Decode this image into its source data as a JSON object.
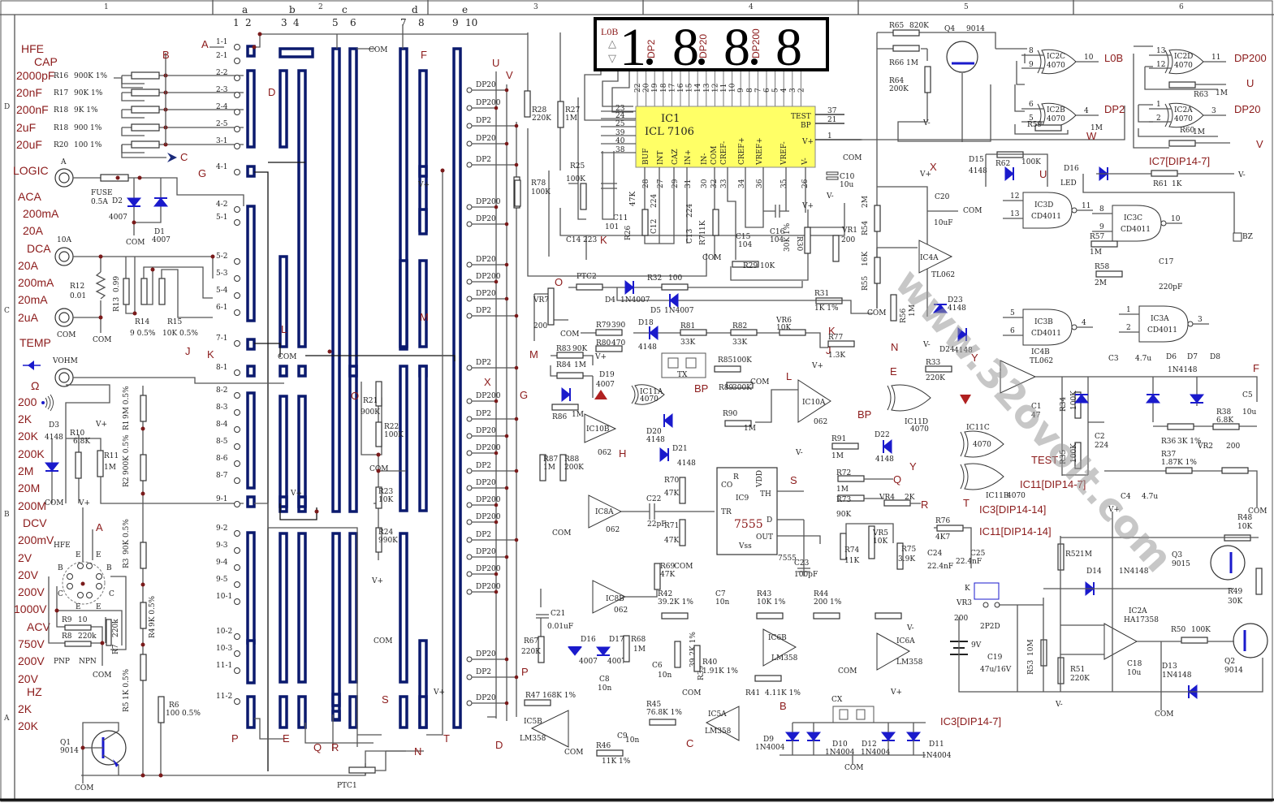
{
  "frame": {
    "col_labels": [
      "1",
      "2",
      "3",
      "4",
      "5",
      "6"
    ],
    "row_labels": [
      "D",
      "C",
      "B",
      "A"
    ],
    "switch_group_labels": [
      "a",
      "b",
      "c",
      "d",
      "e"
    ],
    "switch_pole_numbers": [
      "1",
      "2",
      "3",
      "4",
      "5",
      "6",
      "7",
      "8",
      "9",
      "10"
    ]
  },
  "display": {
    "digits": [
      "1",
      "8",
      "8",
      "8"
    ],
    "lob_label": "L0B",
    "dp_labels": [
      "DP2",
      "DP20",
      "DP200"
    ],
    "pins": [
      "22",
      "20",
      "19",
      "18",
      "17",
      "16",
      "15",
      "14",
      "13",
      "12",
      "11",
      "10",
      "9",
      "8",
      "7",
      "6",
      "5",
      "4",
      "3",
      "2"
    ]
  },
  "ic1": {
    "name": "IC1",
    "part": "ICL 7106",
    "left_pins": [
      "23",
      "24",
      "25",
      "39",
      "40",
      "38"
    ],
    "right_labels": [
      "TEST",
      "BP",
      "V+"
    ],
    "right_pins": [
      "37",
      "21",
      "1"
    ],
    "bottom_labels": [
      "BUF",
      "INT",
      "CAZ",
      "IN+",
      "IN-",
      "COM",
      "CREF-",
      "CREF+",
      "VREF+",
      "VREF-",
      "V-"
    ],
    "bottom_pins": [
      "28",
      "27",
      "29",
      "31",
      "30",
      "32",
      "33",
      "34",
      "36",
      "35",
      "26"
    ]
  },
  "function_labels": {
    "hfe": "HFE",
    "cap": "CAP",
    "cap_ranges": [
      "2000pF",
      "20nF",
      "200nF",
      "2uF",
      "20uF"
    ],
    "cap_resistors": [
      {
        "ref": "R16",
        "value": "900K 1%"
      },
      {
        "ref": "R17",
        "value": "90K 1%"
      },
      {
        "ref": "R18",
        "value": "9K 1%"
      },
      {
        "ref": "R18",
        "value": "900 1%"
      },
      {
        "ref": "R20",
        "value": "100 1%"
      }
    ],
    "logic": "LOGIC",
    "aca": "ACA",
    "aca_ranges": [
      "200mA",
      "20A"
    ],
    "dca": "DCA",
    "dca_ranges": [
      "20A",
      "200mA",
      "20mA",
      "2uA"
    ],
    "temp": "TEMP",
    "ohm": "Ω",
    "ohm_ranges": [
      "200",
      "2K",
      "20K",
      "200K",
      "2M",
      "20M",
      "200M"
    ],
    "dcv": "DCV",
    "dcv_ranges": [
      "200mV",
      "2V",
      "20V",
      "200V",
      "1000V"
    ],
    "acv": "ACV",
    "acv_ranges": [
      "750V",
      "200V",
      "20V"
    ],
    "hz": "HZ",
    "hz_ranges": [
      "2K",
      "20K"
    ]
  },
  "jacks": {
    "a": "A",
    "a10": "10A",
    "com": "COM",
    "vohm": "VOHM"
  },
  "switch_contacts": [
    "1-1",
    "2-1",
    "2-2",
    "2-3",
    "2-4",
    "2-5",
    "3-1",
    "4-1",
    "4-2",
    "5-1",
    "5-2",
    "5-3",
    "5-4",
    "6-1",
    "7-1",
    "8-1",
    "8-2",
    "8-3",
    "8-4",
    "8-5",
    "8-6",
    "8-7",
    "9-1",
    "9-2",
    "9-3",
    "9-4",
    "9-5",
    "10-1",
    "10-2",
    "10-3",
    "11-1",
    "11-2"
  ],
  "dp_contacts": [
    "DP20",
    "DP200",
    "DP2",
    "DP20",
    "DP2",
    "DP200",
    "DP20",
    "DP20",
    "DP200",
    "DP20",
    "DP2",
    "DP2",
    "DP200",
    "DP2",
    "DP20",
    "DP200",
    "DP2",
    "DP20",
    "DP200",
    "DP200",
    "DP2",
    "DP20",
    "DP200",
    "DP200",
    "DP20",
    "DP2",
    "DP20"
  ],
  "net_labels": [
    "A",
    "B",
    "C",
    "D",
    "E",
    "F",
    "G",
    "H",
    "J",
    "K",
    "L",
    "M",
    "N",
    "O",
    "P",
    "Q",
    "R",
    "S",
    "T",
    "U",
    "V",
    "W",
    "X",
    "Y",
    "BP",
    "TEST",
    "L0B",
    "DP2",
    "DP20",
    "DP200"
  ],
  "components": {
    "fuse": {
      "ref": "FUSE",
      "value": "0.5A"
    },
    "d1": {
      "ref": "D1",
      "value": "4007"
    },
    "d2": {
      "ref": "D2",
      "value": "4007"
    },
    "r12": {
      "ref": "R12",
      "value": "0.01"
    },
    "r13": {
      "ref": "R13",
      "value": "0.99"
    },
    "r14": {
      "ref": "R14",
      "value": "9 0.5%"
    },
    "r15": {
      "ref": "R15",
      "value": "10K 0.5%"
    },
    "d3": {
      "ref": "D3",
      "value": "4148"
    },
    "r10": {
      "ref": "R10",
      "value": "6.8K"
    },
    "r11": {
      "ref": "R11",
      "value": "1M"
    },
    "r1": {
      "ref": "R1",
      "value": "9M 0.5%"
    },
    "r2": {
      "ref": "R2",
      "value": "900K 0.5%"
    },
    "r3": {
      "ref": "R3",
      "value": "90K 0.5%"
    },
    "r4": {
      "ref": "R4",
      "value": "9K 0.5%"
    },
    "r5": {
      "ref": "R5",
      "value": "1K 0.5%"
    },
    "r6": {
      "ref": "R6",
      "value": "100 0.5%"
    },
    "r7": {
      "ref": "R7",
      "value": "220k"
    },
    "r8": {
      "ref": "R8",
      "value": "220k"
    },
    "r9": {
      "ref": "R9",
      "value": "10"
    },
    "hfe_socket": {
      "label": "HFE",
      "pnp": "PNP",
      "npn": "NPN",
      "pins": [
        "E",
        "E",
        "B",
        "B",
        "C",
        "C",
        "E",
        "E"
      ]
    },
    "q1": {
      "ref": "Q1",
      "value": "9014"
    },
    "r21": {
      "ref": "R21",
      "value": "900K"
    },
    "r22": {
      "ref": "R22",
      "value": "100K"
    },
    "r23": {
      "ref": "R23",
      "value": "10K"
    },
    "r24": {
      "ref": "R24",
      "value": "990K"
    },
    "ptc1": {
      "ref": "PTC1"
    },
    "r28": {
      "ref": "R28",
      "value": "220K"
    },
    "r27": {
      "ref": "R27",
      "value": "1M"
    },
    "r78": {
      "ref": "R78",
      "value": "100K"
    },
    "r25": {
      "ref": "R25",
      "value": "100K"
    },
    "c11": {
      "ref": "C11",
      "value": "101"
    },
    "c14": {
      "ref": "C14",
      "value": "223"
    },
    "r26": {
      "ref": "R26",
      "value": "47K"
    },
    "c12": {
      "ref": "C12",
      "value": "224"
    },
    "c13": {
      "ref": "C13",
      "value": "224"
    },
    "r71b": {
      "ref": "R71",
      "value": "1K"
    },
    "c15": {
      "ref": "C15",
      "value": "104"
    },
    "c16": {
      "ref": "C16",
      "value": "104"
    },
    "c10": {
      "ref": "C10",
      "value": "10u"
    },
    "r30": {
      "ref": "R30",
      "value": "30K 1%"
    },
    "vr1": {
      "ref": "VR1",
      "value": "200"
    },
    "r29": {
      "ref": "R29",
      "value": "10K"
    },
    "r31": {
      "ref": "R31",
      "value": "1K 1%"
    },
    "ptc2": {
      "ref": "PTC2"
    },
    "d4": {
      "ref": "D4",
      "value": "1N4007"
    },
    "d5": {
      "ref": "D5",
      "value": "1N4007"
    },
    "r32": {
      "ref": "R32",
      "value": "100"
    },
    "vr7": {
      "ref": "VR7",
      "value": "200"
    },
    "r79": {
      "ref": "R79",
      "value": "390"
    },
    "r80": {
      "ref": "R80",
      "value": "470"
    },
    "d18": {
      "ref": "D18",
      "value": "4148"
    },
    "r81": {
      "ref": "R81",
      "value": "33K"
    },
    "r82": {
      "ref": "R82",
      "value": "33K"
    },
    "vr6": {
      "ref": "VR6",
      "value": "10K"
    },
    "r77": {
      "ref": "R77",
      "value": "1.3K"
    },
    "r83": {
      "ref": "R83",
      "value": "90K"
    },
    "r84": {
      "ref": "R84",
      "value": "1M"
    },
    "r85": {
      "ref": "R85",
      "value": "100K"
    },
    "tx": {
      "ref": "TX"
    },
    "d19": {
      "ref": "D19",
      "value": "4007"
    },
    "r86": {
      "ref": "R86",
      "value": "1M"
    },
    "ic11a": {
      "ref": "IC11A",
      "value": "4070"
    },
    "r89": {
      "ref": "R89",
      "value": "300K"
    },
    "r90": {
      "ref": "R90",
      "value": "1M"
    },
    "ic10a": {
      "ref": "IC10A",
      "value": "062"
    },
    "ic10b": {
      "ref": "IC10B",
      "value": "062"
    },
    "d20": {
      "ref": "D20",
      "value": "4148"
    },
    "d21": {
      "ref": "D21",
      "value": "4148"
    },
    "r87": {
      "ref": "R87",
      "value": "1M"
    },
    "r88": {
      "ref": "R88",
      "value": "200K"
    },
    "ic8a": {
      "ref": "IC8A",
      "value": "062"
    },
    "c22": {
      "ref": "C22",
      "value": "22pF"
    },
    "r70": {
      "ref": "R70",
      "value": "47K"
    },
    "r71": {
      "ref": "R71",
      "value": "47K"
    },
    "ic9": {
      "ref": "IC9",
      "value": "7555",
      "pins": [
        "CO",
        "R",
        "VDD",
        "TH",
        "TR",
        "D",
        "OUT",
        "Vss"
      ]
    },
    "c23": {
      "ref": "C23",
      "value": "100pF"
    },
    "r72": {
      "ref": "R72",
      "value": "1M"
    },
    "r73": {
      "ref": "R73",
      "value": "90K"
    },
    "vr4": {
      "ref": "VR4",
      "value": "2K"
    },
    "r74": {
      "ref": "R74",
      "value": "11K"
    },
    "vr5": {
      "ref": "VR5",
      "value": "10K"
    },
    "r75": {
      "ref": "R75",
      "value": "3.9K"
    },
    "c24": {
      "ref": "C24",
      "value": "22.4nF"
    },
    "r76": {
      "ref": "R76",
      "value": "4K7"
    },
    "c25": {
      "ref": "C25",
      "value": "22.4nF"
    },
    "r91": {
      "ref": "R91",
      "value": "1M"
    },
    "d22": {
      "ref": "D22",
      "value": "4148"
    },
    "ic11d": {
      "ref": "IC11D",
      "value": "4070"
    },
    "r33": {
      "ref": "R33",
      "value": "220K"
    },
    "ic4b": {
      "ref": "IC4B",
      "value": "TL062"
    },
    "c1": {
      "ref": "C1",
      "value": "47"
    },
    "ic11c": {
      "ref": "IC11C",
      "value": "4070"
    },
    "ic11b": {
      "ref": "IC11B",
      "value": "4070"
    },
    "r34": {
      "ref": "R34",
      "value": "100K"
    },
    "r35": {
      "ref": "R35",
      "value": "100K"
    },
    "c2": {
      "ref": "C2",
      "value": "224"
    },
    "c3": {
      "ref": "C3",
      "value": "4.7u"
    },
    "c4": {
      "ref": "C4",
      "value": "4.7u"
    },
    "c5": {
      "ref": "C5",
      "value": "10u"
    },
    "d678": {
      "refs": [
        "D6",
        "D7",
        "D8"
      ],
      "value": "1N4148"
    },
    "r36": {
      "ref": "R36",
      "value": "3K 1%"
    },
    "r37": {
      "ref": "R37",
      "value": "1.87K 1%"
    },
    "r38": {
      "ref": "R38",
      "value": "6.8K"
    },
    "vr2": {
      "ref": "VR2",
      "value": "200"
    },
    "r65": {
      "ref": "R65",
      "value": "820K"
    },
    "r66": {
      "ref": "R66",
      "value": "1M"
    },
    "r64": {
      "ref": "R64",
      "value": "200K"
    },
    "q4": {
      "ref": "Q4",
      "value": "9014"
    },
    "ic2c": {
      "ref": "IC2C",
      "value": "4070"
    },
    "ic2b": {
      "ref": "IC2B",
      "value": "4070"
    },
    "ic2d": {
      "ref": "IC2D",
      "value": "4070"
    },
    "ic2a": {
      "ref": "IC2A",
      "value": "4070"
    },
    "r59": {
      "ref": "R59",
      "value": "1M"
    },
    "r60": {
      "ref": "R60",
      "value": "1M"
    },
    "r63": {
      "ref": "R63",
      "value": "1M"
    },
    "d15": {
      "ref": "D15",
      "value": "4148"
    },
    "r62": {
      "ref": "R62",
      "value": "100K"
    },
    "d16": {
      "ref": "D16",
      "value": "LED"
    },
    "r61": {
      "ref": "R61",
      "value": "1K"
    },
    "r54": {
      "ref": "R54",
      "value": "2M"
    },
    "r55": {
      "ref": "R55",
      "value": "16K"
    },
    "r56": {
      "ref": "R56",
      "value": "1M"
    },
    "c20": {
      "ref": "C20",
      "value": "10uF"
    },
    "ic4a": {
      "ref": "IC4A",
      "value": "TL062"
    },
    "d23": {
      "ref": "D23",
      "value": "4148"
    },
    "d24": {
      "ref": "D24",
      "value": "4148"
    },
    "ic3d": {
      "ref": "IC3D",
      "value": "CD4011"
    },
    "ic3c": {
      "ref": "IC3C",
      "value": "CD4011"
    },
    "ic3b": {
      "ref": "IC3B",
      "value": "CD4011"
    },
    "ic3a": {
      "ref": "IC3A",
      "value": "CD4011"
    },
    "r57": {
      "ref": "R57",
      "value": "1M"
    },
    "r58": {
      "ref": "R58",
      "value": "2M"
    },
    "c17": {
      "ref": "C17",
      "value": "220pF"
    },
    "bz": {
      "ref": "BZ"
    },
    "ic8b": {
      "ref": "IC8B",
      "value": "062"
    },
    "c21": {
      "ref": "C21",
      "value": "0.01uF"
    },
    "r67": {
      "ref": "R67",
      "value": "220K"
    },
    "d16b": {
      "ref": "D16",
      "value": "4007"
    },
    "d17": {
      "ref": "D17",
      "value": "4007"
    },
    "r68": {
      "ref": "R68",
      "value": "1M"
    },
    "r69": {
      "ref": "R69",
      "value": "47K"
    },
    "r42": {
      "ref": "R42",
      "value": "39.2K 1%"
    },
    "c7": {
      "ref": "C7",
      "value": "10n"
    },
    "r43": {
      "ref": "R43",
      "value": "10K 1%"
    },
    "r44": {
      "ref": "R44",
      "value": "200 1%"
    },
    "c6": {
      "ref": "C6",
      "value": "10n"
    },
    "r39": {
      "ref": "R39",
      "value": "39.2K 1%"
    },
    "r40": {
      "ref": "R40",
      "value": "1.91K 1%"
    },
    "ic6b": {
      "ref": "IC6B",
      "value": "LM358"
    },
    "ic6a": {
      "ref": "IC6A",
      "value": "LM358"
    },
    "r41": {
      "ref": "R41",
      "value": "4.11K 1%"
    },
    "c8": {
      "ref": "C8",
      "value": "10n"
    },
    "r47": {
      "ref": "R47",
      "value": "168K 1%"
    },
    "ic5b": {
      "ref": "IC5B",
      "value": "LM358"
    },
    "c9": {
      "ref": "C9",
      "value": "10n"
    },
    "r46": {
      "ref": "R46",
      "value": "11K 1%"
    },
    "r45": {
      "ref": "R45",
      "value": "76.8K 1%"
    },
    "ic5a": {
      "ref": "IC5A",
      "value": "LM358"
    },
    "d9": {
      "ref": "D9",
      "value": "1N4004"
    },
    "d10": {
      "ref": "D10",
      "value": "1N4004"
    },
    "d11": {
      "ref": "D11",
      "value": "1N4004"
    },
    "d12": {
      "ref": "D12",
      "value": "1N4004"
    },
    "cx": {
      "ref": "CX"
    },
    "k": {
      "ref": "K",
      "value": "2P2D"
    },
    "vr3": {
      "ref": "VR3",
      "value": "200"
    },
    "battery": {
      "value": "9V"
    },
    "c19": {
      "ref": "C19",
      "value": "47u/16V"
    },
    "r53": {
      "ref": "R53",
      "value": "10M"
    },
    "r52": {
      "ref": "R52",
      "value": "1M"
    },
    "r51": {
      "ref": "R51",
      "value": "220K"
    },
    "d14": {
      "ref": "D14",
      "value": "1N4148"
    },
    "ic2a_op": {
      "ref": "IC2A",
      "value": "HA17358"
    },
    "c18": {
      "ref": "C18",
      "value": "10u"
    },
    "d13": {
      "ref": "D13",
      "value": "1N4148"
    },
    "r50": {
      "ref": "R50",
      "value": "100K"
    },
    "q3": {
      "ref": "Q3",
      "value": "9015"
    },
    "q2": {
      "ref": "Q2",
      "value": "9014"
    },
    "r48": {
      "ref": "R48",
      "value": "10K"
    },
    "r49": {
      "ref": "R49",
      "value": "30K"
    }
  },
  "power_notes": {
    "ic7": "IC7[DIP14-7]",
    "ic11_7": "IC11[DIP14-7]",
    "ic3_14": "IC3[DIP14-14]",
    "ic11_14": "IC11[DIP14-14]",
    "ic3_7": "IC3[DIP14-7]"
  },
  "rails": {
    "vplus": "V+",
    "vminus": "V-",
    "com": "COM"
  },
  "watermark": "www.32ovolt.com"
}
